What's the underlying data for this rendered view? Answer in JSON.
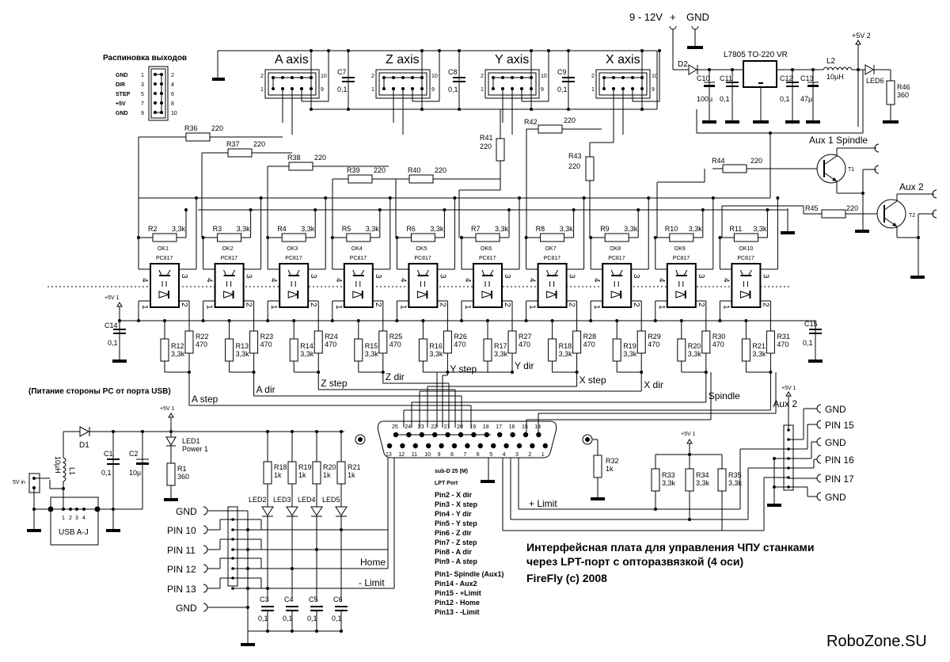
{
  "title": {
    "line1": "Интерфейсная плата для управления ЧПУ станками",
    "line2": "через LPT-порт с опторазвязкой (4 оси)",
    "author": "FireFly (c) 2008"
  },
  "watermark": "RoboZone.SU",
  "pinout": {
    "title": "Распиновка выходов",
    "labels": [
      "GND",
      "DIR",
      "STEP",
      "+5V",
      "GND"
    ],
    "odd_pins": [
      "1",
      "3",
      "5",
      "7",
      "9"
    ],
    "even_pins": [
      "2",
      "4",
      "6",
      "8",
      "10"
    ]
  },
  "power_input": {
    "voltage": "9 - 12V",
    "plus": "+",
    "gnd": "GND"
  },
  "regulator": {
    "part": "L7805 TO-220",
    "ref": "VR",
    "diode": "D2",
    "caps": [
      {
        "ref": "C10",
        "value": "100µ"
      },
      {
        "ref": "C11",
        "value": "0,1"
      },
      {
        "ref": "C12",
        "value": "0,1"
      },
      {
        "ref": "C13",
        "value": "47µ"
      }
    ],
    "inductor": {
      "ref": "L2",
      "value": "10µH"
    },
    "rail": "+5V 2",
    "led": "LED6",
    "resistor": {
      "ref": "R46",
      "value": "360"
    }
  },
  "axes": [
    {
      "label": "A axis",
      "cap": "C7",
      "cap_value": "0,1"
    },
    {
      "label": "Z axis",
      "cap": "C8",
      "cap_value": "0,1"
    },
    {
      "label": "Y axis",
      "cap": "C9",
      "cap_value": "0,1"
    },
    {
      "label": "X axis"
    }
  ],
  "header_pins": {
    "p2": "2",
    "p1": "1",
    "p10": "10",
    "p9": "9"
  },
  "series_resistors": [
    {
      "ref": "R36",
      "value": "220"
    },
    {
      "ref": "R37",
      "value": "220"
    },
    {
      "ref": "R38",
      "value": "220"
    },
    {
      "ref": "R39",
      "value": "220"
    },
    {
      "ref": "R40",
      "value": "220"
    },
    {
      "ref": "R41",
      "value": "220"
    },
    {
      "ref": "R42",
      "value": "220"
    },
    {
      "ref": "R43",
      "value": "220"
    },
    {
      "ref": "R44",
      "value": "220"
    },
    {
      "ref": "R45",
      "value": "220"
    }
  ],
  "aux": {
    "aux1": "Aux 1 Spindle",
    "aux2": "Aux 2",
    "t1": "T1",
    "t2": "T2"
  },
  "optocouplers": [
    {
      "pullup": "R2",
      "ok": "OK1"
    },
    {
      "pullup": "R3",
      "ok": "OK2"
    },
    {
      "pullup": "R4",
      "ok": "OK3"
    },
    {
      "pullup": "R5",
      "ok": "OK4"
    },
    {
      "pullup": "R6",
      "ok": "OK5"
    },
    {
      "pullup": "R7",
      "ok": "OK6"
    },
    {
      "pullup": "R8",
      "ok": "OK7"
    },
    {
      "pullup": "R9",
      "ok": "OK8"
    },
    {
      "pullup": "R10",
      "ok": "OK9"
    },
    {
      "pullup": "R11",
      "ok": "OK10"
    }
  ],
  "opto_common": {
    "pullup_value": "3,3k",
    "part": "PC817",
    "pin4": "4",
    "pin3": "3",
    "pin1": "1",
    "pin2": "2"
  },
  "input_stage": [
    {
      "pd": "R12",
      "ser": "R22",
      "signal": "A step"
    },
    {
      "pd": "R13",
      "ser": "R23",
      "signal": "A dir"
    },
    {
      "pd": "R14",
      "ser": "R24",
      "signal": "Z step"
    },
    {
      "pd": "R15",
      "ser": "R25",
      "signal": "Z dir"
    },
    {
      "pd": "R16",
      "ser": "R26",
      "signal": "Y step"
    },
    {
      "pd": "R17",
      "ser": "R27",
      "signal": "Y dir"
    },
    {
      "pd": "R18",
      "ser": "R28",
      "signal": "X step"
    },
    {
      "pd": "R19",
      "ser": "R29",
      "signal": "X dir"
    },
    {
      "pd": "R20",
      "ser": "R30",
      "signal": "Spindle"
    },
    {
      "pd": "R21",
      "ser": "R31",
      "signal": "Aux 2"
    }
  ],
  "input_common": {
    "pd_value": "3,3k",
    "ser_value": "470"
  },
  "rail_5v1": "+5V 1",
  "c14": {
    "ref": "C14",
    "value": "0,1"
  },
  "c15": {
    "ref": "C15",
    "value": "0,1"
  },
  "usb_power": {
    "caption": "(Питание стороны PC от порта USB)",
    "diode": "D1",
    "inductor": {
      "ref": "L1",
      "value": "10µH"
    },
    "c1": {
      "ref": "C1",
      "value": "0,1"
    },
    "c2": {
      "ref": "C2",
      "value": "10µ"
    },
    "led": {
      "ref": "LED1",
      "label": "Power 1"
    },
    "r1": {
      "ref": "R1",
      "value": "360"
    },
    "jack": "5V in",
    "usb": "USB A-J",
    "usb_pins": [
      "1",
      "2",
      "3",
      "4"
    ]
  },
  "db25": {
    "title": "sub-D 25 (M)",
    "subtitle": "LPT Port",
    "top_pins": [
      "25",
      "24",
      "23",
      "22",
      "21",
      "20",
      "19",
      "18",
      "17",
      "16",
      "15",
      "14"
    ],
    "bottom_pins": [
      "13",
      "12",
      "11",
      "10",
      "9",
      "8",
      "7",
      "6",
      "5",
      "4",
      "3",
      "2",
      "1"
    ],
    "pin_map": [
      "Pin2 - X dir",
      "Pin3 - X step",
      "Pin4 - Y dir",
      "Pin5 - Y step",
      "Pin6 - Z dir",
      "Pin7 - Z step",
      "Pin8 - A dir",
      "Pin9 - A step",
      "Pin1- Spindle (Aux1)",
      "Pin14 - Aux2",
      "Pin15 - +Limit",
      "Pin12 - Home",
      "Pin13 - -Limit"
    ]
  },
  "led_inputs": {
    "resistors": [
      {
        "ref": "R18",
        "value": "1k"
      },
      {
        "ref": "R19",
        "value": "1k"
      },
      {
        "ref": "R20",
        "value": "1k"
      },
      {
        "ref": "R21",
        "value": "1k"
      }
    ],
    "leds": [
      "LED2",
      "LED3",
      "LED4",
      "LED5"
    ],
    "caps": [
      {
        "ref": "C3",
        "value": "0,1"
      },
      {
        "ref": "C4",
        "value": "0,1"
      },
      {
        "ref": "C5",
        "value": "0,1"
      },
      {
        "ref": "C6",
        "value": "0,1"
      }
    ],
    "connector": [
      "GND",
      "PIN 10",
      "PIN 11",
      "PIN 12",
      "PIN 13",
      "GND"
    ],
    "home": "Home",
    "minus_limit": "- Limit"
  },
  "right_inputs": {
    "r32": {
      "ref": "R32",
      "value": "1k"
    },
    "pullups": [
      {
        "ref": "R33",
        "value": "3,3k"
      },
      {
        "ref": "R34",
        "value": "3,3k"
      },
      {
        "ref": "R35",
        "value": "3,3k"
      }
    ],
    "connector": [
      "GND",
      "PIN 15",
      "GND",
      "PIN 16",
      "PIN 17",
      "GND"
    ],
    "plus_limit": "+ Limit"
  }
}
